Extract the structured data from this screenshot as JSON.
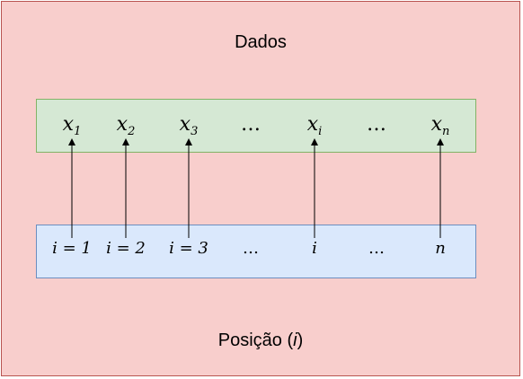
{
  "diagram": {
    "title_top": "Dados",
    "title_bottom_prefix": "Posição (",
    "title_bottom_var": "i",
    "title_bottom_suffix": ")",
    "data_cells": [
      {
        "base": "x",
        "sub": "1"
      },
      {
        "base": "x",
        "sub": "2"
      },
      {
        "base": "x",
        "sub": "3"
      },
      {
        "base": "…",
        "sub": ""
      },
      {
        "base": "x",
        "sub": "i"
      },
      {
        "base": "…",
        "sub": ""
      },
      {
        "base": "x",
        "sub": "n"
      }
    ],
    "index_cells": [
      "i = 1",
      "i = 2",
      "i = 3",
      "…",
      "i",
      "…",
      "n"
    ],
    "colors": {
      "background": "#f8cecc",
      "background_border": "#b85450",
      "data_fill": "#d5e8d4",
      "data_border": "#82b366",
      "index_fill": "#dae8fc",
      "index_border": "#6c8ebf",
      "arrow": "#000000"
    }
  }
}
